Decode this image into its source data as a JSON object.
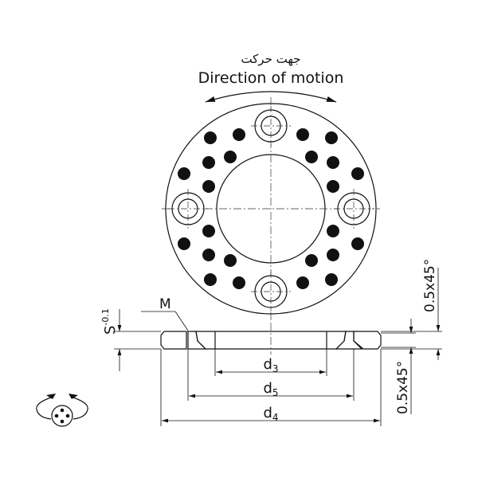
{
  "title_fa": "جهت حرکت",
  "title_en": "Direction of motion",
  "labels": {
    "m": "M",
    "s": "S",
    "s_tol": "-0.1",
    "d": "d",
    "d3_sub": "3",
    "d5_sub": "5",
    "d4_sub": "4",
    "chamfer_top": "0.5x45°",
    "chamfer_bottom": "0.5x45°"
  },
  "colors": {
    "ink": "#111111",
    "background": "#ffffff"
  }
}
